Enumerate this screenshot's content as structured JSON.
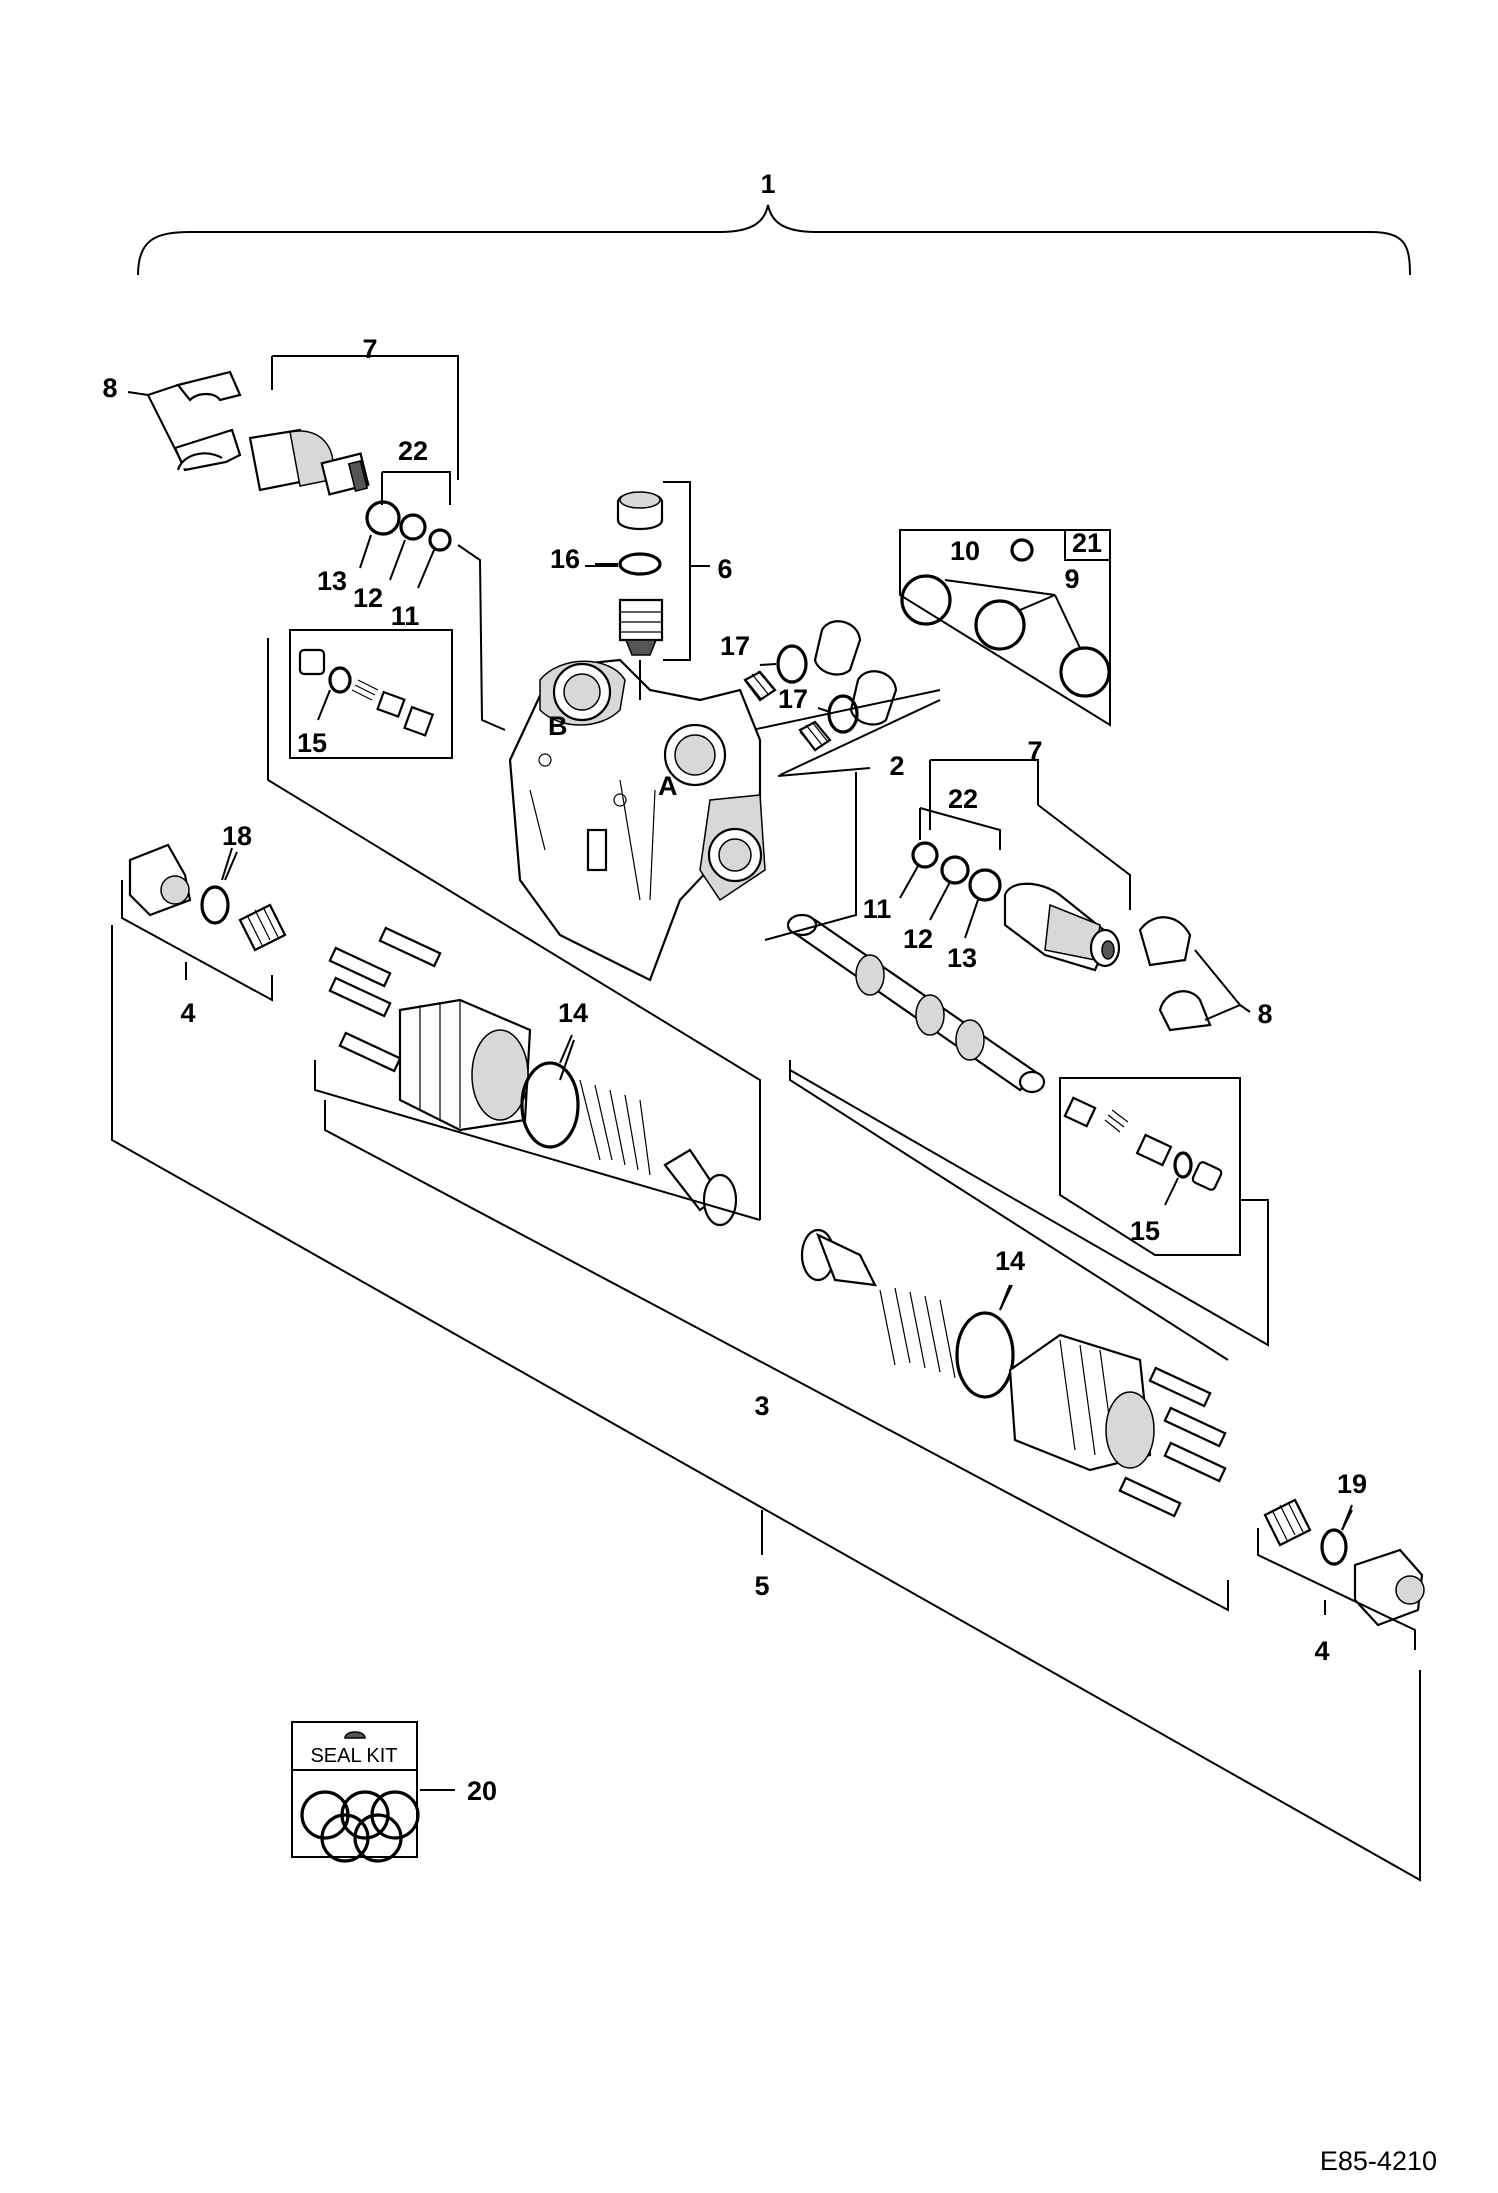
{
  "callouts": {
    "c1": "1",
    "c2": "2",
    "c3": "3",
    "c4_left": "4",
    "c4_right": "4",
    "c5": "5",
    "c6": "6",
    "c7_left": "7",
    "c7_right": "7",
    "c8_left": "8",
    "c8_right": "8",
    "c9": "9",
    "c10": "10",
    "c11_left": "11",
    "c11_right": "11",
    "c12_left": "12",
    "c12_right": "12",
    "c13_left": "13",
    "c13_right": "13",
    "c14_left": "14",
    "c14_right": "14",
    "c15_left": "15",
    "c15_right": "15",
    "c16": "16",
    "c17_upper": "17",
    "c17_lower": "17",
    "c18": "18",
    "c19": "19",
    "c20": "20",
    "c21": "21",
    "c22_left": "22",
    "c22_right": "22"
  },
  "ports": {
    "a": "A",
    "b": "B"
  },
  "seal_kit": {
    "label": "SEAL KIT"
  },
  "drawing_code": "E85-4210",
  "icons": [
    "brace-bracket",
    "spool-cap",
    "relief-valve",
    "o-ring",
    "spring",
    "valve-body",
    "spool",
    "spring-cap",
    "socket-bolt",
    "plug",
    "seal-kit-bag"
  ]
}
